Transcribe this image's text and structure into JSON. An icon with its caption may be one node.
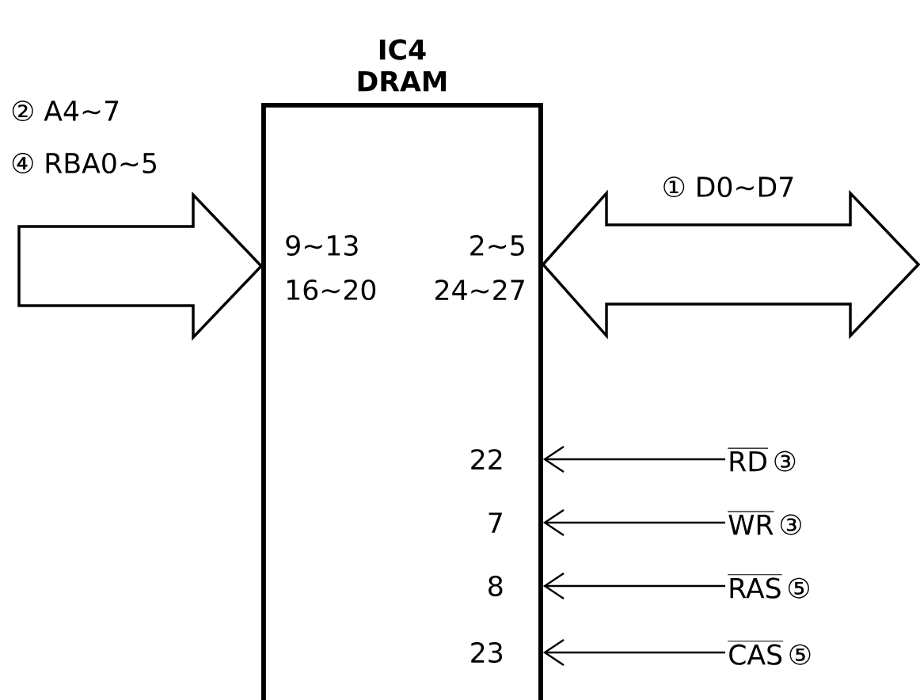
{
  "diagram": {
    "nodes": [
      {
        "text": [
          "IC4 DRAM"
        ]
      },
      {
        "text": [
          "RD",
          "③"
        ]
      },
      {
        "text": [
          "WR",
          "③"
        ]
      },
      {
        "text": [
          "RAS",
          "⑤"
        ]
      },
      {
        "text": [
          "CAS",
          "⑤"
        ]
      }
    ],
    "edges": [
      {
        "from": null,
        "to": 0,
        "arrow": "to",
        "style": "thick"
      },
      {
        "from": 0,
        "to": null,
        "arrow": "both",
        "label": "① D0~D7",
        "style": "thick"
      },
      {
        "from": 1,
        "to": 0,
        "arrow": "to"
      },
      {
        "from": 2,
        "to": 0,
        "arrow": "to"
      },
      {
        "from": 3,
        "to": 0,
        "arrow": "to"
      },
      {
        "from": 4,
        "to": 0,
        "arrow": "to"
      }
    ],
    "labels": [
      "② A4~7",
      "④ RBA0~5",
      "9~13",
      "16~20",
      "2~5",
      "24~27",
      "22",
      "7",
      "8",
      "23"
    ]
  }
}
